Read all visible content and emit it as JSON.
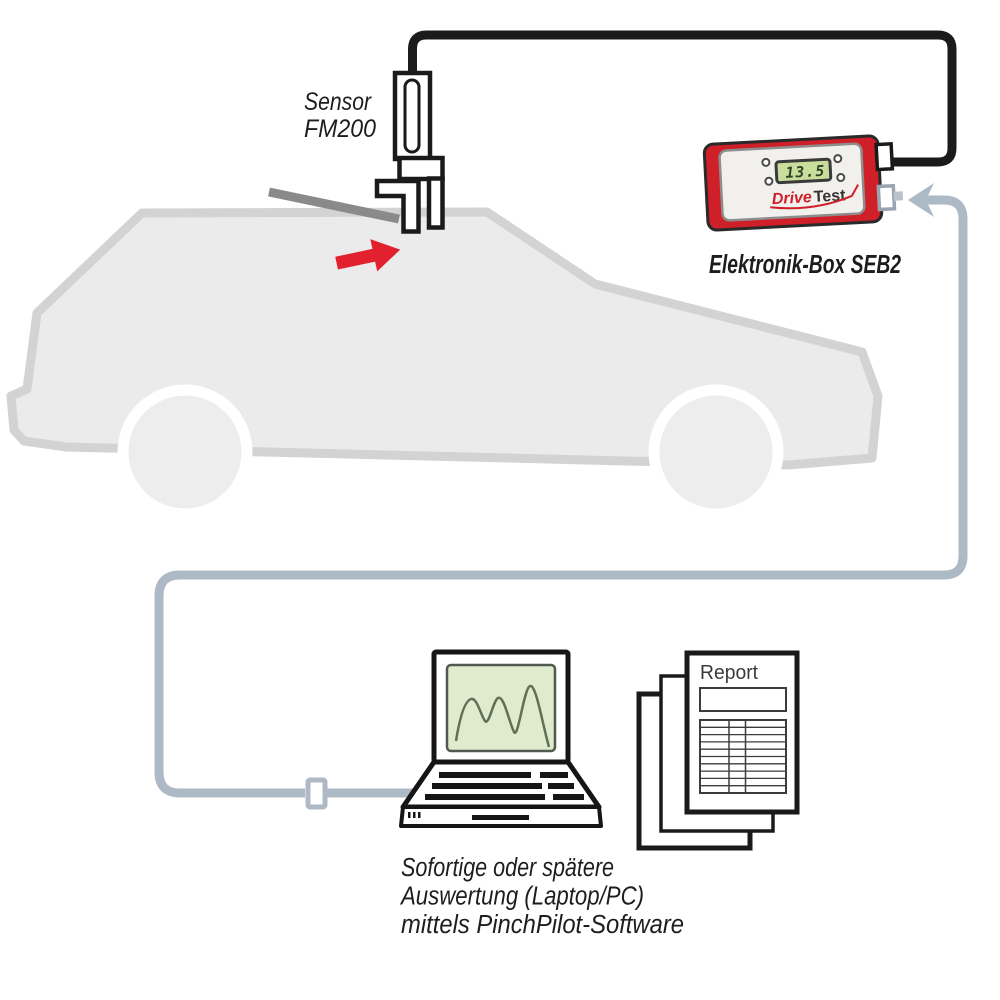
{
  "diagram": {
    "sensor_label": {
      "line1": "Sensor",
      "line2": "FM200"
    },
    "box_label": "Elektronik-Box SEB2",
    "analysis_label": {
      "line1": "Sofortige oder spätere",
      "line2": "Auswertung (Laptop/PC)",
      "line3": "mittels PinchPilot-Software"
    },
    "device": {
      "display_value": "13.5",
      "brand_part1": "Drive",
      "brand_part2": "Test"
    },
    "report": {
      "title": "Report"
    },
    "colors": {
      "box_red": "#cf1f28",
      "arrow_red": "#e2202e",
      "cable_black": "#1b1b1b",
      "cable_gray": "#aeb9c6",
      "car_body": "#ebebeb",
      "car_outline": "#d3d3d3",
      "window_edge": "#8a8a8a",
      "lcd_green": "#c9dd9d",
      "screen_green": "#e0ebce",
      "curve_green": "#5f7057"
    }
  }
}
